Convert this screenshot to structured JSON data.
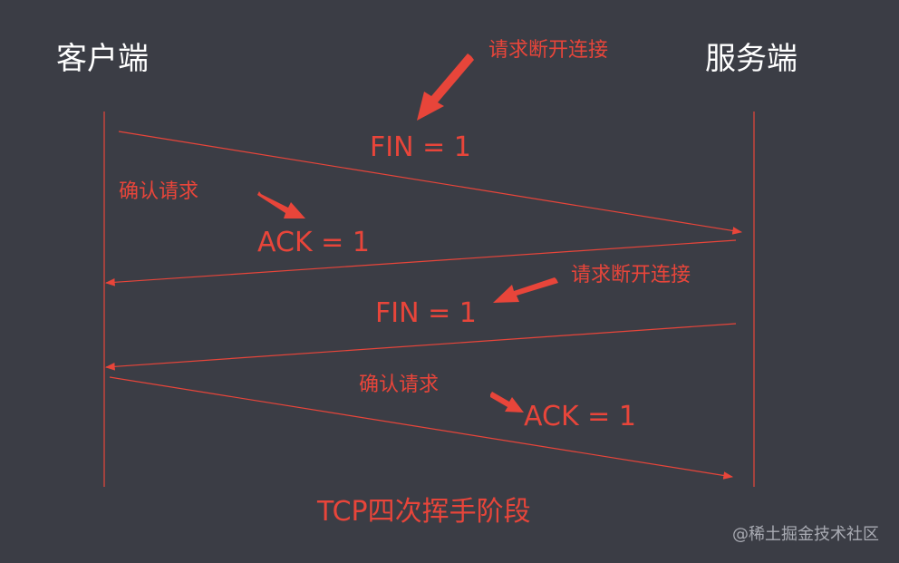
{
  "client": {
    "label": "客户端"
  },
  "server": {
    "label": "服务端"
  },
  "messages": [
    {
      "label": "FIN = 1",
      "note": "请求断开连接",
      "from": "client",
      "to": "server"
    },
    {
      "label": "ACK = 1",
      "note": "确认请求",
      "from": "server",
      "to": "client"
    },
    {
      "label": "FIN = 1",
      "note": "请求断开连接",
      "from": "server",
      "to": "client"
    },
    {
      "label": "ACK = 1",
      "note": "确认请求",
      "from": "client",
      "to": "server"
    }
  ],
  "caption": "TCP四次挥手阶段",
  "watermark": "@稀土掘金技术社区",
  "colors": {
    "background": "#3b3d45",
    "accent": "#e8453a",
    "line": "#e8453a",
    "text": "#ffffff"
  }
}
